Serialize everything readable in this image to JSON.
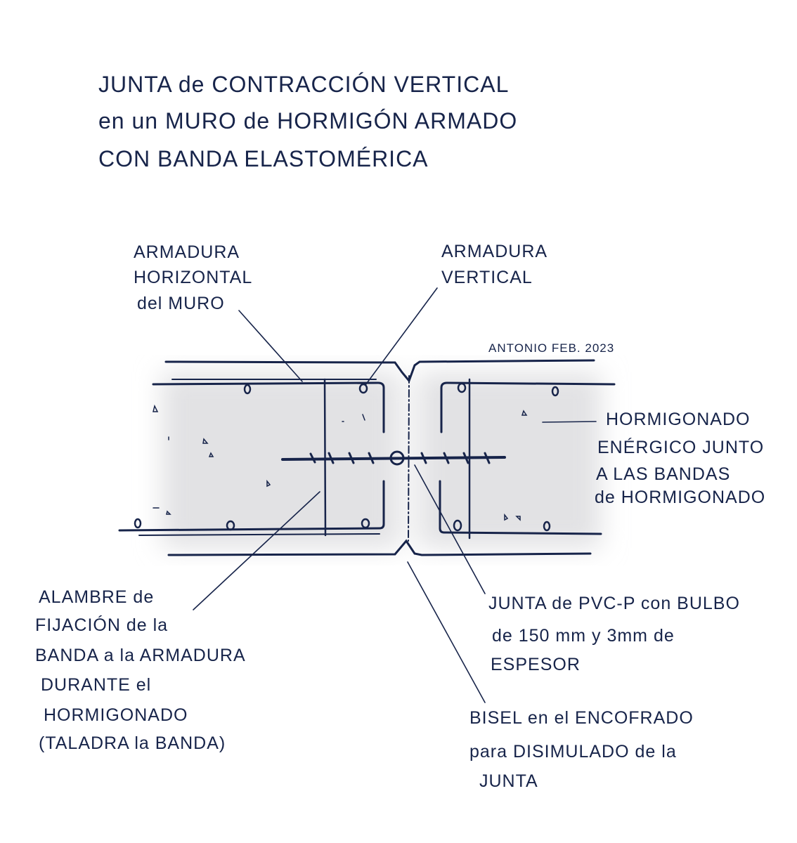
{
  "title": {
    "lines": [
      "JUNTA de CONTRACCIÓN VERTICAL",
      "en un MURO de HORMIGÓN ARMADO",
      "CON BANDA ELASTOMÉRICA"
    ]
  },
  "labels": {
    "horizontal_rebar": [
      "ARMADURA",
      "HORIZONTAL",
      "del MURO"
    ],
    "vertical_rebar": [
      "ARMADURA",
      "VERTICAL"
    ],
    "signature": "ANTONIO FEB. 2023",
    "concreting": [
      "HORMIGONADO",
      "ENÉRGICO JUNTO",
      "A LAS BANDAS",
      "de HORMIGONADO"
    ],
    "wire": [
      "ALAMBRE de",
      "FIJACIÓN de la",
      "BANDA a la ARMADURA",
      "DURANTE el",
      "HORMIGONADO",
      "(TALADRA la BANDA)"
    ],
    "pvc_joint": [
      "JUNTA de PVC-P con BULBO",
      "de 150 mm y 3mm de",
      "ESPESOR"
    ],
    "bevel": [
      "BISEL en el ENCOFRADO",
      "para DISIMULADO de la",
      "JUNTA"
    ]
  },
  "colors": {
    "ink": "#17244a",
    "wash": "#e4e4e6"
  }
}
